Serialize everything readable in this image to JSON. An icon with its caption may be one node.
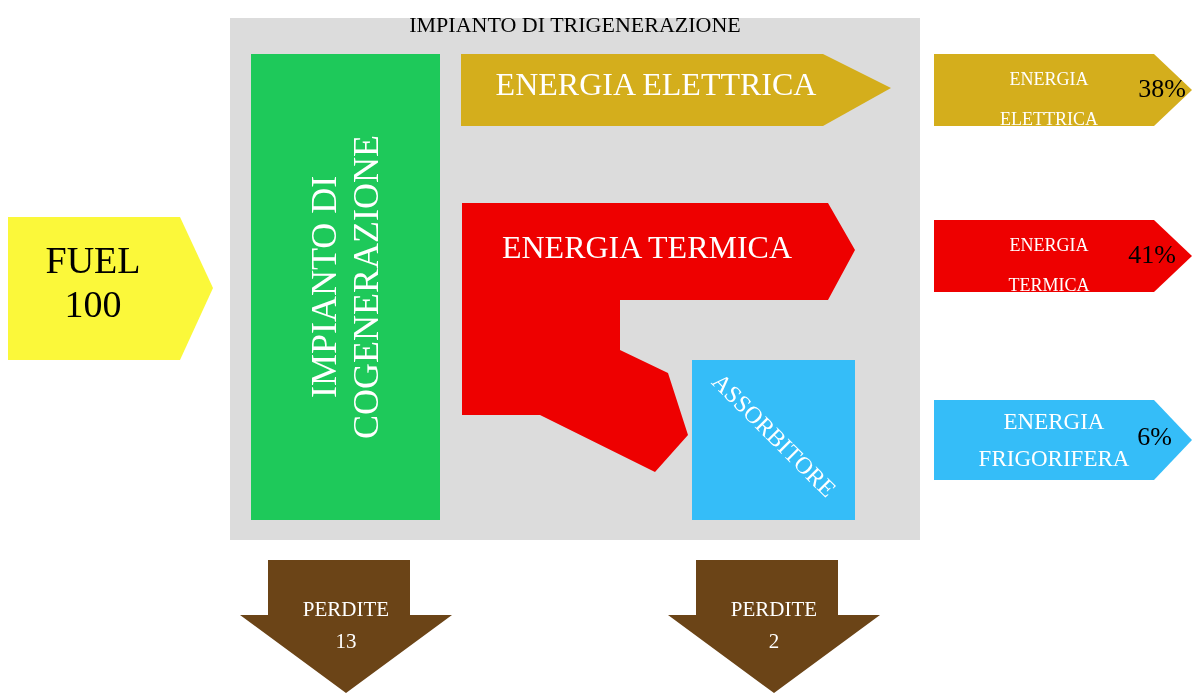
{
  "diagram": {
    "nodes": [
      {
        "text": [
          "IMPIANTO DI TRIGENERAZIONE"
        ]
      },
      {
        "text": [
          "FUEL 100"
        ]
      },
      {
        "text": [
          "IMPIANTO DI COGENERAZIONE"
        ],
        "in": 0
      },
      {
        "text": [
          "ENERGIA ELETTRICA"
        ],
        "in": 0
      },
      {
        "text": [
          "ENERGIA TERMICA"
        ],
        "in": 0
      },
      {
        "text": [
          "ASSORBITORE"
        ],
        "in": 0
      },
      {
        "text": [
          "ENERGIA ELETTRICA",
          "38%"
        ]
      },
      {
        "text": [
          "ENERGIA TERMICA",
          "41%"
        ]
      },
      {
        "text": [
          "ENERGIA FRIGORIFERA",
          "6%"
        ]
      },
      {
        "text": [
          "PERDITE 13"
        ]
      },
      {
        "text": [
          "PERDITE 2"
        ]
      }
    ]
  }
}
